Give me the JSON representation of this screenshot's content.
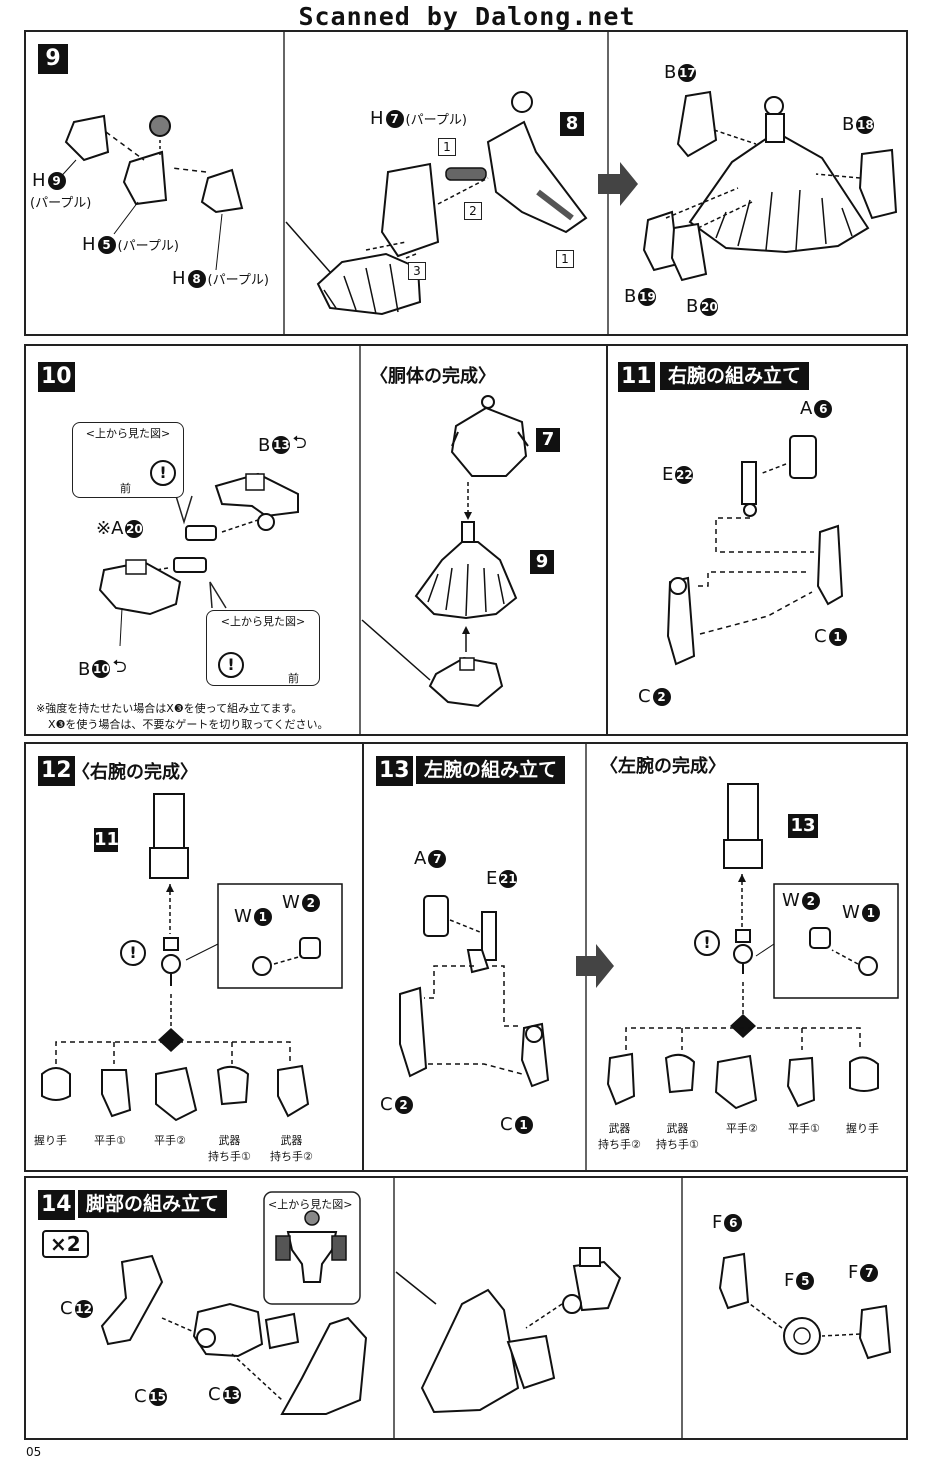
{
  "header": "Scanned by Dalong.net",
  "page_number": "05",
  "step9": {
    "num": "9",
    "labels": {
      "h9": {
        "letter": "H",
        "n": "9",
        "sub": "(パープル)"
      },
      "h5": {
        "letter": "H",
        "n": "5",
        "sub": "(パープル)"
      },
      "h8": {
        "letter": "H",
        "n": "8",
        "sub": "(パープル)"
      },
      "h7": {
        "letter": "H",
        "n": "7",
        "sub": "(パープル)"
      },
      "b17": {
        "letter": "B",
        "n": "17"
      },
      "b18": {
        "letter": "B",
        "n": "18"
      },
      "b19": {
        "letter": "B",
        "n": "19"
      },
      "b20": {
        "letter": "B",
        "n": "20"
      }
    },
    "tag": "8",
    "order": [
      "1",
      "2",
      "3",
      "1"
    ]
  },
  "step10": {
    "num": "10",
    "callout_title": "<上から見た図>",
    "front": "前",
    "b13": {
      "letter": "B",
      "n": "13"
    },
    "a20": {
      "prefix": "※A",
      "n": "20"
    },
    "b10": {
      "letter": "B",
      "n": "10"
    },
    "note_line1": "※強度を持たせたい場合はX❸を使って組み立てます。",
    "note_line2": "X❸を使う場合は、不要なゲートを切り取ってください。",
    "body_title": "〈胴体の完成〉",
    "tag7": "7",
    "tag9": "9"
  },
  "step11": {
    "num": "11",
    "title": "右腕の組み立て",
    "a6": {
      "letter": "A",
      "n": "6"
    },
    "e22": {
      "letter": "E",
      "n": "22"
    },
    "c1": {
      "letter": "C",
      "n": "1"
    },
    "c2": {
      "letter": "C",
      "n": "2"
    }
  },
  "step12": {
    "num": "12",
    "title": "〈右腕の完成〉",
    "tag11": "11",
    "w1": {
      "letter": "W",
      "n": "1"
    },
    "w2": {
      "letter": "W",
      "n": "2"
    },
    "hands": [
      "握り手",
      "平手①",
      "平手②",
      "武器\n持ち手①",
      "武器\n持ち手②"
    ]
  },
  "step13": {
    "num": "13",
    "title": "左腕の組み立て",
    "a7": {
      "letter": "A",
      "n": "7"
    },
    "e21": {
      "letter": "E",
      "n": "21"
    },
    "c2": {
      "letter": "C",
      "n": "2"
    },
    "c1": {
      "letter": "C",
      "n": "1"
    },
    "complete_title": "〈左腕の完成〉",
    "tag13": "13",
    "w2": {
      "letter": "W",
      "n": "2"
    },
    "w1": {
      "letter": "W",
      "n": "1"
    },
    "hands": [
      "武器\n持ち手②",
      "武器\n持ち手①",
      "平手②",
      "平手①",
      "握り手"
    ]
  },
  "step14": {
    "num": "14",
    "title": "脚部の組み立て",
    "times": "×2",
    "callout_title": "<上から見た図>",
    "c12": {
      "letter": "C",
      "n": "12"
    },
    "c15": {
      "letter": "C",
      "n": "15"
    },
    "c13": {
      "letter": "C",
      "n": "13"
    },
    "f6": {
      "letter": "F",
      "n": "6"
    },
    "f5": {
      "letter": "F",
      "n": "5"
    },
    "f7": {
      "letter": "F",
      "n": "7"
    }
  }
}
